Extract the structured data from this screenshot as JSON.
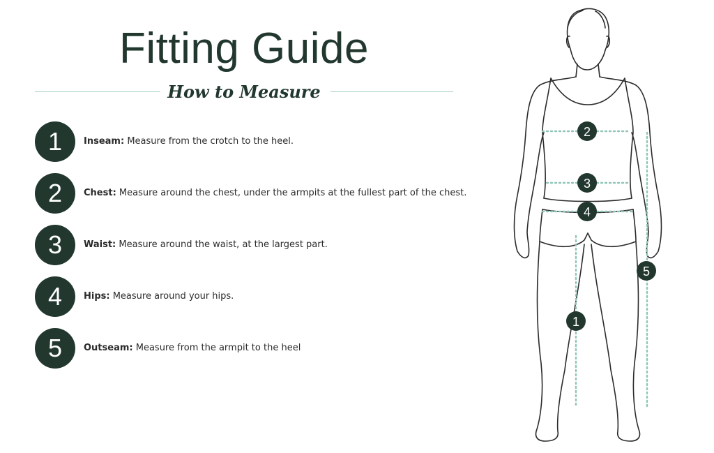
{
  "title": "Fitting Guide",
  "subtitle": "How to Measure",
  "steps": [
    {
      "number": "1",
      "label": "Inseam:",
      "text": "Measure from the crotch to the heel."
    },
    {
      "number": "2",
      "label": "Chest:",
      "text": "Measure around the chest, under the armpits at the fullest part of the chest."
    },
    {
      "number": "3",
      "label": "Waist:",
      "text": "Measure around the waist, at the largest part."
    },
    {
      "number": "4",
      "label": "Hips:",
      "text": "Measure around your hips."
    },
    {
      "number": "5",
      "label": "Outseam:",
      "text": "Measure from the armpit to the heel"
    }
  ],
  "figure_markers": [
    "1",
    "2",
    "3",
    "4",
    "5"
  ],
  "colors": {
    "dark_green": "#22382e",
    "guide_teal": "#8fc5b8",
    "outline": "#2b2b2b"
  }
}
